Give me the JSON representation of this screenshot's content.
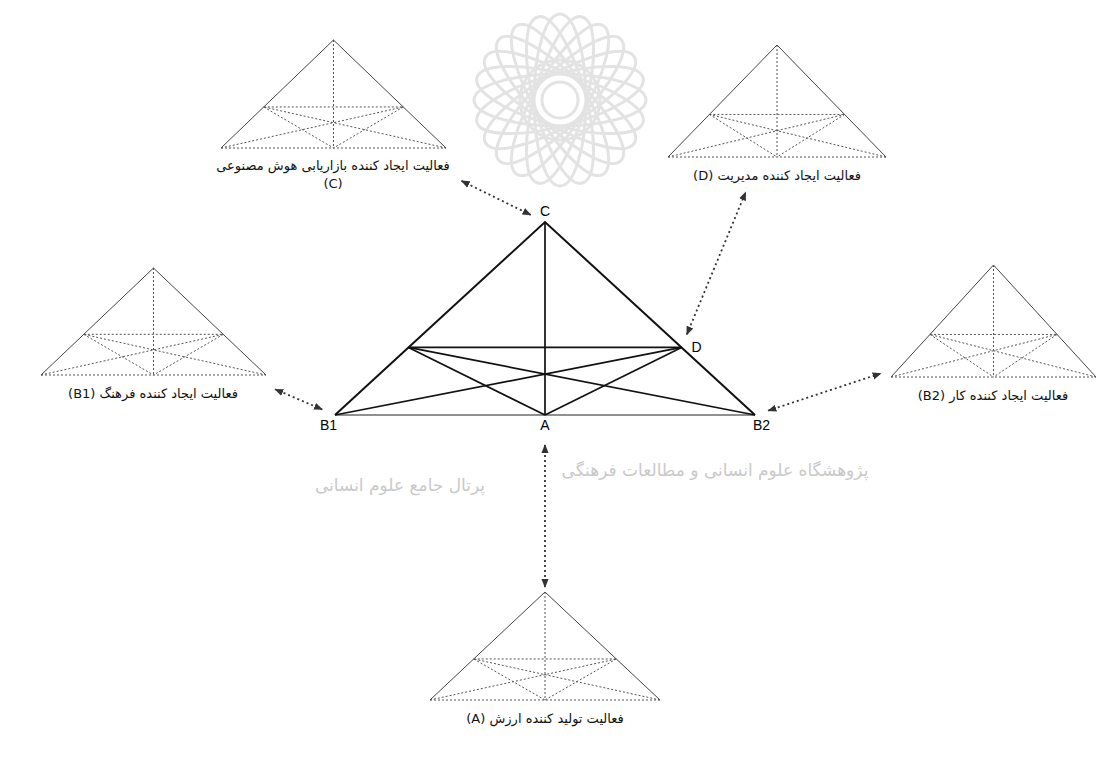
{
  "diagram": {
    "nodes": [
      {
        "text": [
          "فعالیت ایجاد کننده بازاریابی هوش مصنوعی (C)"
        ]
      },
      {
        "text": [
          "فعالیت ایجاد کننده مدیریت (D)"
        ]
      },
      {
        "text": [
          "C",
          "D",
          "B1",
          "A",
          "B2"
        ]
      },
      {
        "text": [
          "فعالیت ایجاد کننده فرهنگ (B1)"
        ]
      },
      {
        "text": [
          "فعالیت ایجاد کننده کار (B2)"
        ]
      },
      {
        "text": [
          "فعالیت تولید کننده ارزش (A)"
        ]
      }
    ],
    "edges": [
      {
        "from": 2,
        "to": 0,
        "arrow": "both"
      },
      {
        "from": 2,
        "to": 1,
        "arrow": "both"
      },
      {
        "from": 2,
        "to": 3,
        "arrow": "both"
      },
      {
        "from": 2,
        "to": 4,
        "arrow": "both"
      },
      {
        "from": 2,
        "to": 5,
        "arrow": "both"
      }
    ],
    "labels": [
      "پژوهشگاه علوم انسانی و مطالعات فرهنگی",
      "پرتال جامع علوم انسانی"
    ]
  }
}
